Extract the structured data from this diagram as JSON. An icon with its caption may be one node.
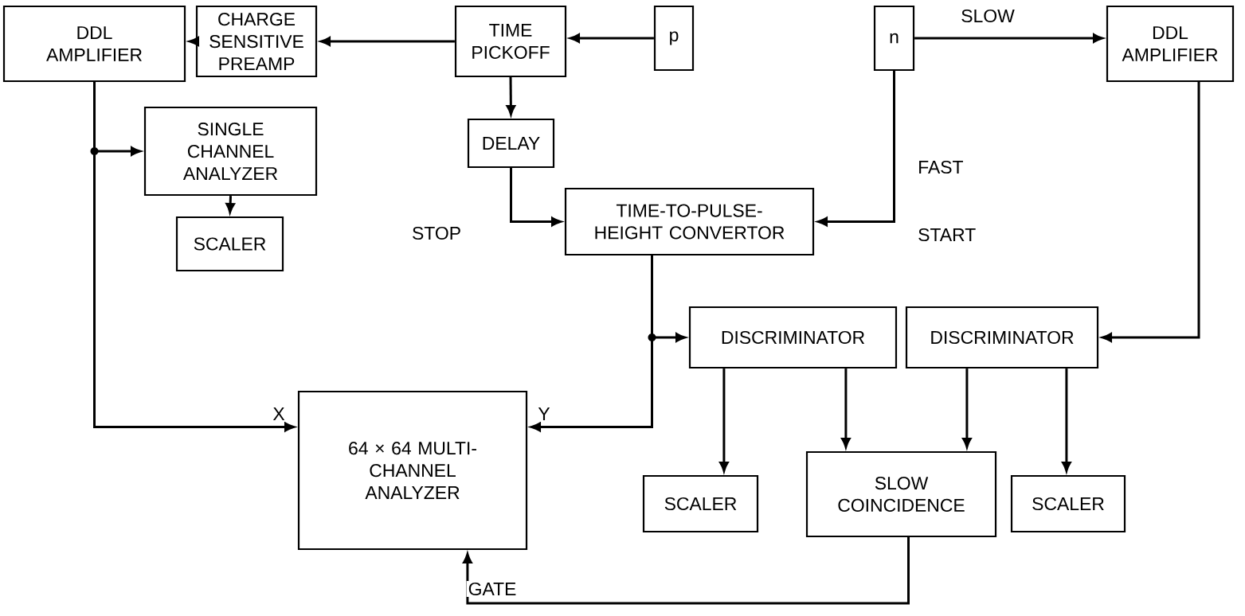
{
  "diagram": {
    "nodes": [
      {
        "text": [
          "DDL AMPLIFIER"
        ]
      },
      {
        "text": [
          "CHARGE SENSITIVE PREAMP"
        ]
      },
      {
        "text": [
          "TIME PICKOFF"
        ]
      },
      {
        "text": [
          "p"
        ]
      },
      {
        "text": [
          "n"
        ]
      },
      {
        "text": [
          "DDL AMPLIFIER"
        ]
      },
      {
        "text": [
          "SINGLE CHANNEL ANALYZER"
        ]
      },
      {
        "text": [
          "DELAY"
        ]
      },
      {
        "text": [
          "TIME-TO-PULSE- HEIGHT CONVERTOR"
        ]
      },
      {
        "text": [
          "SCALER"
        ]
      },
      {
        "text": [
          "DISCRIMINATOR"
        ]
      },
      {
        "text": [
          "DISCRIMINATOR"
        ]
      },
      {
        "text": [
          "64 × 64 MULTI-CHANNEL ANALYZER"
        ]
      },
      {
        "text": [
          "SCALER"
        ]
      },
      {
        "text": [
          "SLOW COINCIDENCE"
        ]
      },
      {
        "text": [
          "SCALER"
        ]
      }
    ],
    "edges": [
      {
        "from": 3,
        "to": 2,
        "arrow": "to"
      },
      {
        "from": 2,
        "to": 1,
        "arrow": "to"
      },
      {
        "from": 1,
        "to": 0,
        "arrow": "to"
      },
      {
        "from": 4,
        "to": 5,
        "arrow": "to",
        "label": "SLOW"
      },
      {
        "from": 2,
        "to": 7,
        "arrow": "to"
      },
      {
        "from": 7,
        "to": 8,
        "arrow": "to",
        "label": "STOP"
      },
      {
        "from": 4,
        "to": 8,
        "arrow": "to",
        "label": "FAST"
      },
      {
        "from": 0,
        "to": 6,
        "arrow": "to"
      },
      {
        "from": 0,
        "to": 12,
        "arrow": "to",
        "label": "X"
      },
      {
        "from": 6,
        "to": 9,
        "arrow": "to"
      },
      {
        "from": 8,
        "to": 10,
        "arrow": "to"
      },
      {
        "from": 8,
        "to": 12,
        "arrow": "to",
        "label": "Y"
      },
      {
        "from": 5,
        "to": 11,
        "arrow": "to"
      },
      {
        "from": 10,
        "to": 13,
        "arrow": "to"
      },
      {
        "from": 10,
        "to": 14,
        "arrow": "to"
      },
      {
        "from": 11,
        "to": 14,
        "arrow": "to"
      },
      {
        "from": 11,
        "to": 15,
        "arrow": "to"
      },
      {
        "from": 14,
        "to": 12,
        "arrow": "to",
        "label": "GATE"
      }
    ],
    "labels": [
      "START"
    ]
  }
}
